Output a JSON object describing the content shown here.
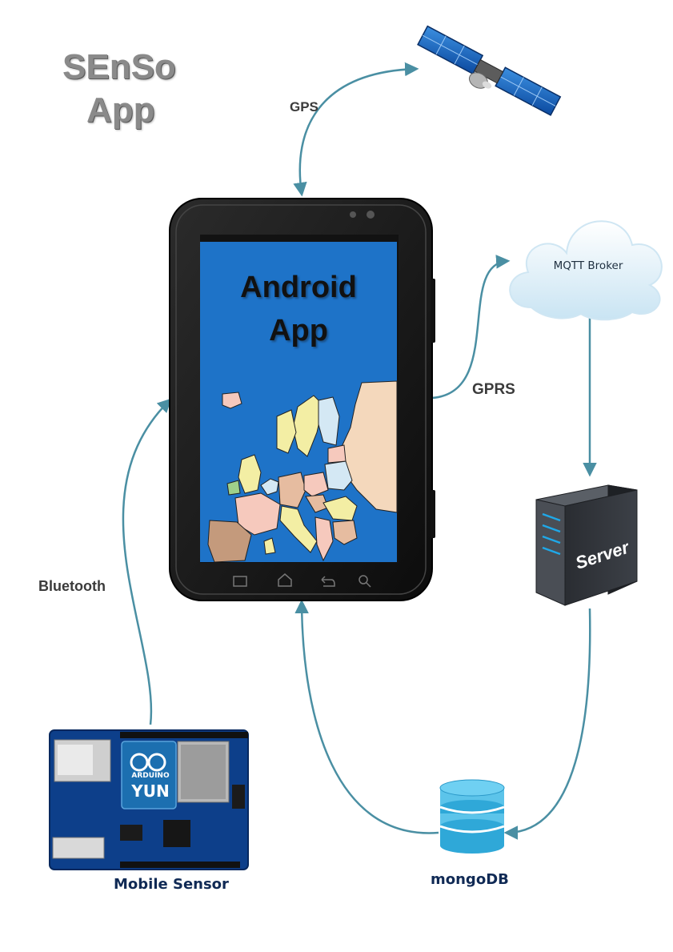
{
  "title": {
    "line1": "SEnSo",
    "line2": "App"
  },
  "phone": {
    "screen_line1": "Android",
    "screen_line2": "App"
  },
  "links": {
    "gps": "GPS",
    "gprs": "GPRS",
    "bluetooth": "Bluetooth"
  },
  "nodes": {
    "mqtt": "MQTT Broker",
    "server": "Server",
    "db": "mongoDB",
    "sensor": "Mobile Sensor",
    "board_brand": "ARDUINO",
    "board_model": "YUN"
  },
  "colors": {
    "connector": "#4a8fa3",
    "screen": "#1e73c8",
    "server_led": "#1fa8e8",
    "db": "#2fa8d8"
  }
}
